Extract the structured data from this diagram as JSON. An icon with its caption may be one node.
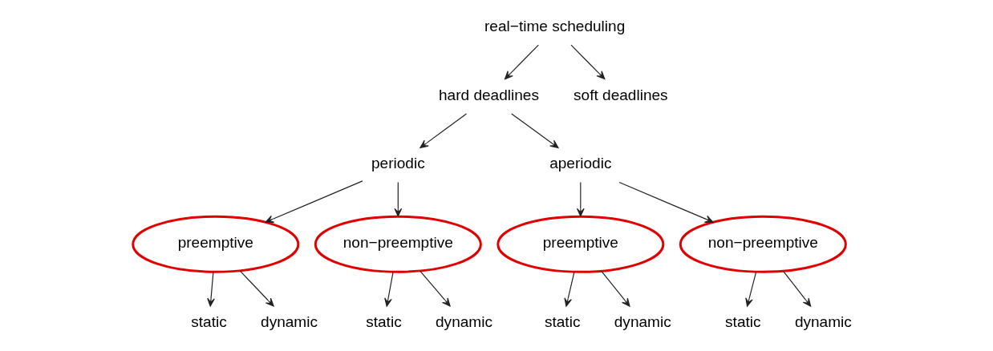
{
  "diagram": {
    "nodes": [
      {
        "text": [
          "real−time scheduling"
        ]
      },
      {
        "text": [
          "hard deadlines"
        ]
      },
      {
        "text": [
          "soft deadlines"
        ]
      },
      {
        "text": [
          "periodic"
        ]
      },
      {
        "text": [
          "aperiodic"
        ]
      },
      {
        "text": [
          "preemptive"
        ]
      },
      {
        "text": [
          "non−preemptive"
        ]
      },
      {
        "text": [
          "preemptive"
        ]
      },
      {
        "text": [
          "non−preemptive"
        ]
      },
      {
        "text": [
          "static"
        ]
      },
      {
        "text": [
          "dynamic"
        ]
      },
      {
        "text": [
          "static"
        ]
      },
      {
        "text": [
          "dynamic"
        ]
      },
      {
        "text": [
          "static"
        ]
      },
      {
        "text": [
          "dynamic"
        ]
      },
      {
        "text": [
          "static"
        ]
      },
      {
        "text": [
          "dynamic"
        ]
      }
    ],
    "edges": [
      {
        "from": 0,
        "to": 1,
        "arrow": "to"
      },
      {
        "from": 0,
        "to": 2,
        "arrow": "to"
      },
      {
        "from": 1,
        "to": 3,
        "arrow": "to"
      },
      {
        "from": 1,
        "to": 4,
        "arrow": "to"
      },
      {
        "from": 3,
        "to": 5,
        "arrow": "to"
      },
      {
        "from": 3,
        "to": 6,
        "arrow": "to"
      },
      {
        "from": 4,
        "to": 7,
        "arrow": "to"
      },
      {
        "from": 4,
        "to": 8,
        "arrow": "to"
      },
      {
        "from": 5,
        "to": 9,
        "arrow": "to"
      },
      {
        "from": 5,
        "to": 10,
        "arrow": "to"
      },
      {
        "from": 6,
        "to": 11,
        "arrow": "to"
      },
      {
        "from": 6,
        "to": 12,
        "arrow": "to"
      },
      {
        "from": 7,
        "to": 13,
        "arrow": "to"
      },
      {
        "from": 7,
        "to": 14,
        "arrow": "to"
      },
      {
        "from": 8,
        "to": 15,
        "arrow": "to"
      },
      {
        "from": 8,
        "to": 16,
        "arrow": "to"
      }
    ]
  }
}
